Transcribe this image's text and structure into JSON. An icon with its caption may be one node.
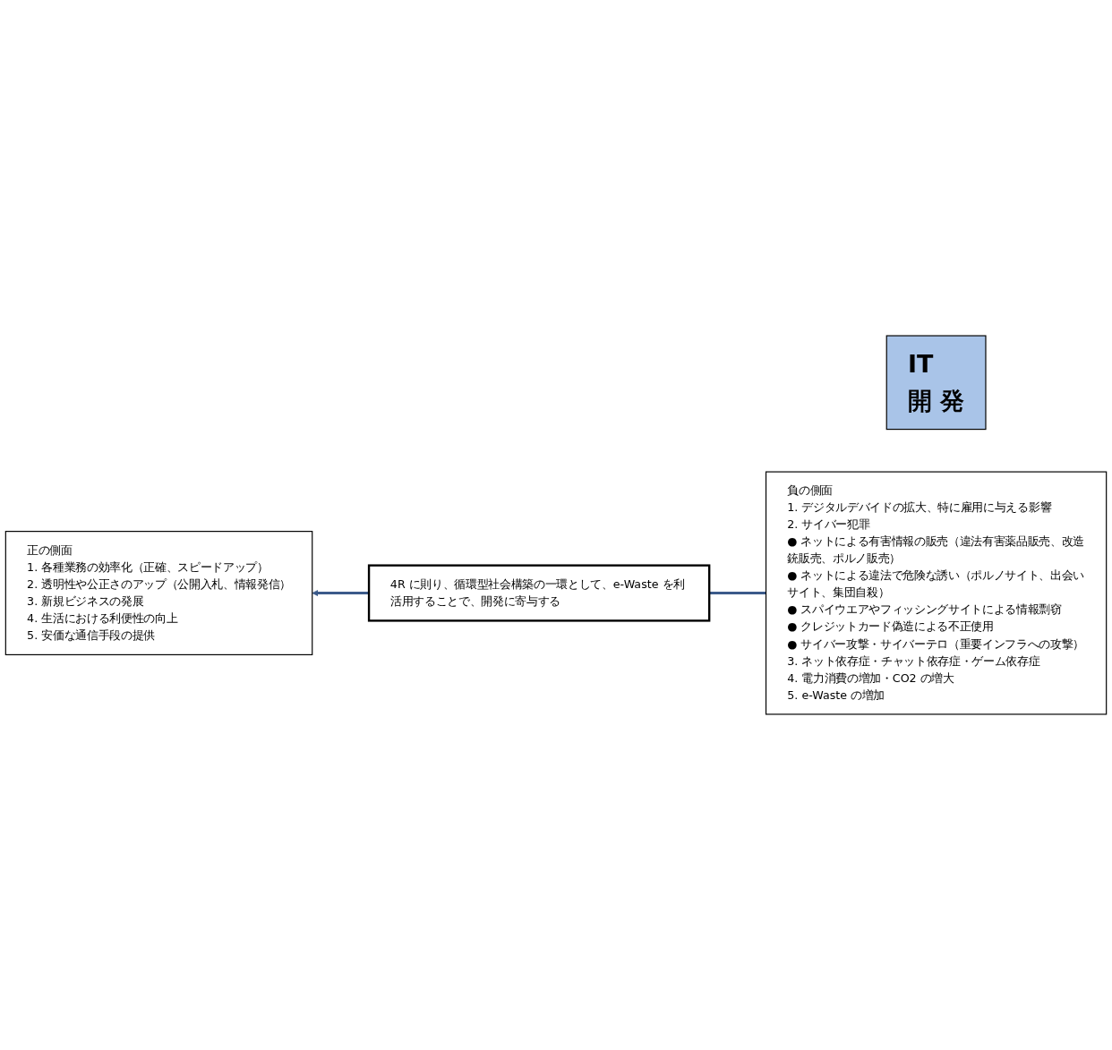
{
  "diagram": {
    "nodes": [
      {
        "text": [
          "正の側面",
          "1. 各種業務の効率化（正確、スピードアップ）",
          "2. 透明性や公正さのアップ（公開入札、情報発信）",
          "3. 新規ビジネスの発展",
          "4. 生活における利便性の向上",
          "5. 安価な通信手段の提供"
        ]
      },
      {
        "text": [
          "IT",
          "開 発"
        ]
      },
      {
        "text": [
          "負の側面",
          "1. デジタルデバイドの拡大、特に雇用に与える影響",
          "2. サイバー犯罪",
          "● ネットによる有害情報の販売（違法有害薬品販売、改造銃販売、ポルノ販売）",
          "● ネットによる違法で危険な誘い（ポルノサイト、出会いサイト、集団自殺）",
          "● スパイウエアやフィッシングサイトによる情報剽窃",
          "● クレジットカード偽造による不正使用",
          "● サイバー攻撃・サイバーテロ（重要インフラへの攻撃）",
          "3. ネット依存症・チャット依存症・ゲーム依存症",
          "4. 電力消費の増加・CO2 の増大",
          "5. e-Waste の増加"
        ]
      },
      {
        "text": [
          "4R に則り、循環型社会構築の一環として、e-Waste を利活用することで、開発に寄与する"
        ]
      }
    ],
    "edges": [
      {
        "from": 2,
        "to": 3,
        "arrow": "none"
      },
      {
        "from": 3,
        "to": 0,
        "arrow": "to"
      }
    ]
  }
}
